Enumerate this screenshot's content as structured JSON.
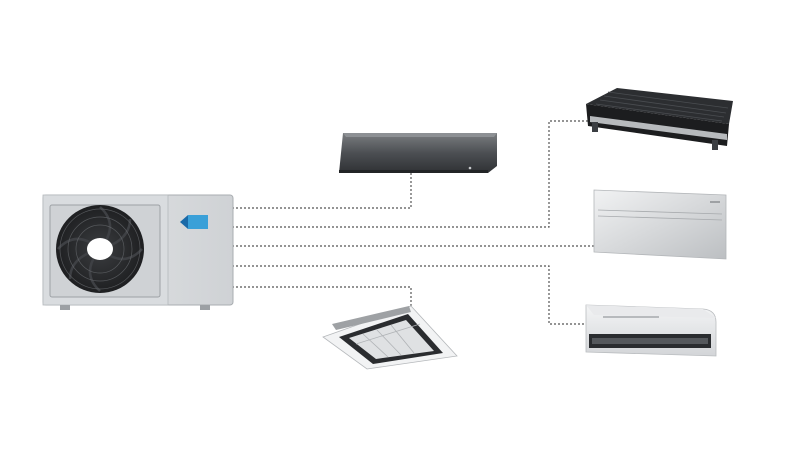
{
  "diagram": {
    "hub": {
      "name": "outdoor-unit",
      "brand_colors": [
        "#1a6aa8",
        "#3aa0d8"
      ]
    },
    "connections": [
      {
        "from": "outdoor-unit",
        "to": "wall-mounted-unit"
      },
      {
        "from": "outdoor-unit",
        "to": "ducted-unit"
      },
      {
        "from": "outdoor-unit",
        "to": "floor-standing-unit"
      },
      {
        "from": "outdoor-unit",
        "to": "ceiling-suspended-unit"
      },
      {
        "from": "outdoor-unit",
        "to": "cassette-unit"
      }
    ],
    "line_style": "dotted",
    "colors": {
      "line": "#555555",
      "background": "#ffffff"
    }
  }
}
